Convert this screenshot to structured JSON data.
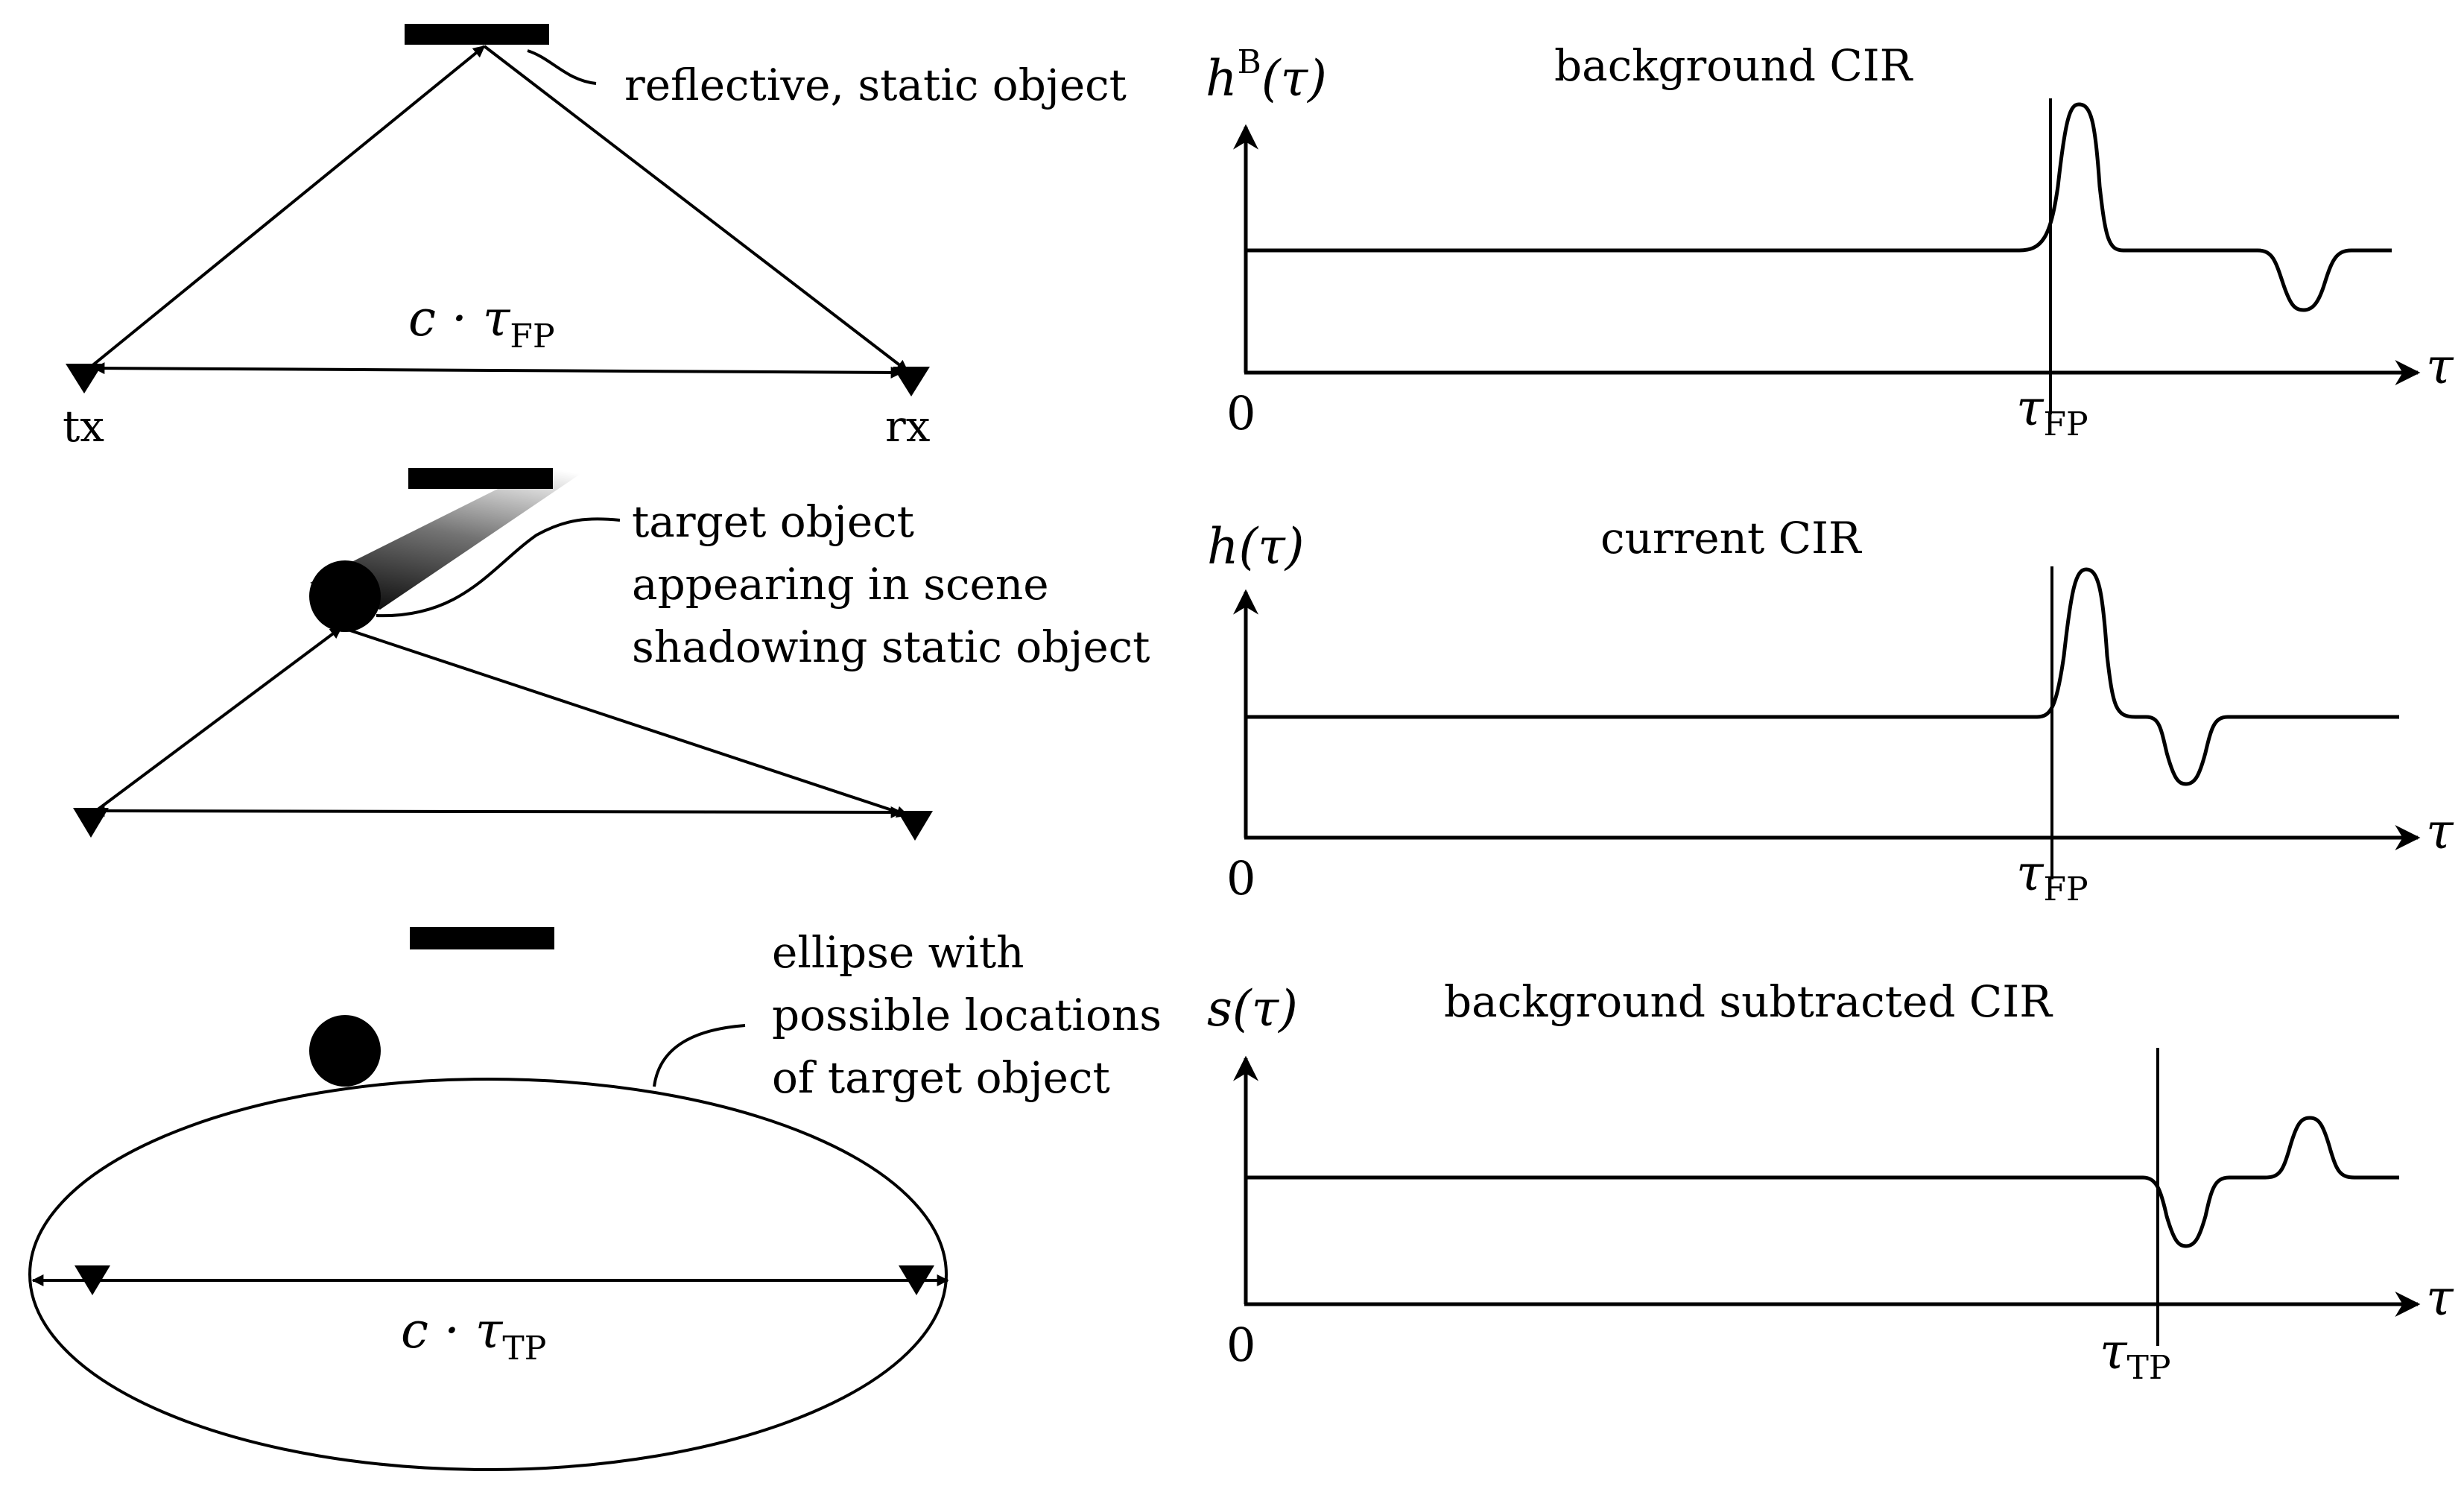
{
  "left_panels": {
    "panel1": {
      "annotation": "reflective, static object",
      "distance_label": {
        "base": "c · τ",
        "sub": "FP"
      },
      "tx_label": "tx",
      "rx_label": "rx"
    },
    "panel2": {
      "annotation_lines": [
        "target object",
        "appearing in scene",
        "shadowing static object"
      ]
    },
    "panel3": {
      "annotation_lines": [
        "ellipse with",
        "possible locations",
        "of target object"
      ],
      "distance_label": {
        "base": "c · τ",
        "sub": "TP"
      }
    }
  },
  "plots": [
    {
      "ylabel": {
        "base": "h",
        "sup": "B",
        "arg": "(τ)"
      },
      "title": "background CIR",
      "origin_label": "0",
      "axis_label": "τ",
      "marker": {
        "base": "τ",
        "sub": "FP"
      }
    },
    {
      "ylabel": {
        "base": "h",
        "sup": "",
        "arg": "(τ)"
      },
      "title": "current CIR",
      "origin_label": "0",
      "axis_label": "τ",
      "marker": {
        "base": "τ",
        "sub": "FP"
      }
    },
    {
      "ylabel": {
        "base": "s",
        "sup": "",
        "arg": "(τ)"
      },
      "title": "background subtracted CIR",
      "origin_label": "0",
      "axis_label": "τ",
      "marker": {
        "base": "τ",
        "sub": "TP"
      }
    }
  ]
}
